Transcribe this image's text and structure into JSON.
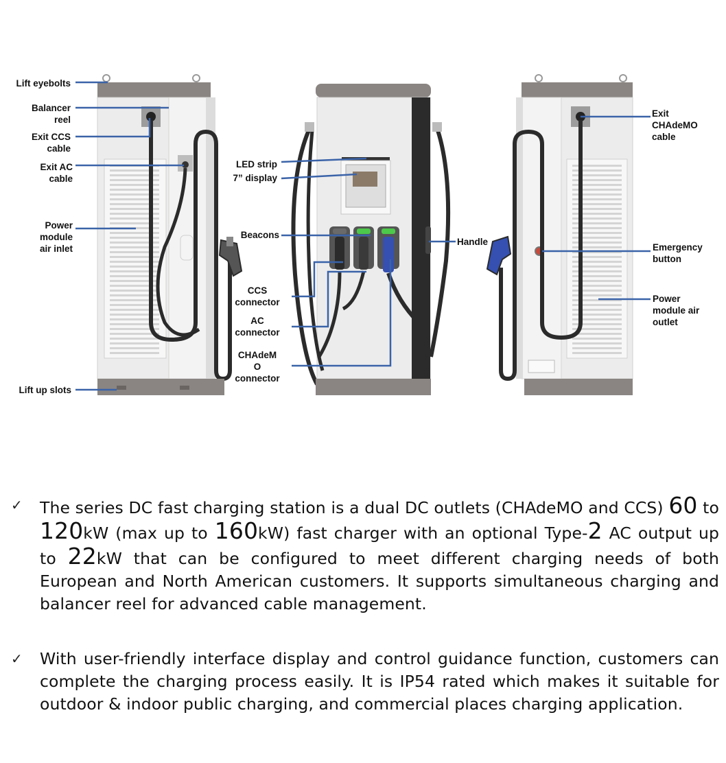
{
  "labels": {
    "lift_eyebolts": "Lift eyebolts",
    "balancer_reel": "Balancer\nreel",
    "exit_ccs_cable": "Exit CCS\ncable",
    "exit_ac_cable": "Exit AC\ncable",
    "power_module_air_inlet": "Power\nmodule\nair inlet",
    "lift_up_slots": "Lift up slots",
    "led_strip": "LED strip",
    "display_7in": "7” display",
    "beacons": "Beacons",
    "ccs_connector": "CCS\nconnector",
    "ac_connector": "AC\nconnector",
    "chademo_connector": "CHAdeM\nO\nconnector",
    "handle": "Handle",
    "exit_chademo_cable": "Exit\nCHAdeMO\ncable",
    "emergency_button": "Emergency\nbutton",
    "power_module_air_outlet": "Power\nmodule air\noutlet"
  },
  "colors": {
    "leader_line": "#3a63a8",
    "cabinet_body": "#e9e9ea",
    "cabinet_trim": "#8a8582",
    "cable": "#2b2b2b",
    "chademo_blue": "#3550b0",
    "beacon_green": "#4cc84a",
    "text": "#111111"
  },
  "bullets": [
    {
      "check": "✓",
      "p1": "The series DC fast charging station is a dual DC outlets (CHAdeMO and CCS)",
      "n60": "60",
      "to": " to ",
      "n120": "120",
      "kw_max": "kW (max up to ",
      "n160": "160",
      "kw_fast": "kW) fast charger with an optional Type-",
      "n2": "2",
      "ac": " AC",
      "output": "output up to ",
      "n22": "22",
      "rest": "kW that can be configured to meet different charging needs of both European and North American customers. It supports simultaneous charging and balancer reel for advanced cable management."
    },
    {
      "check": "✓",
      "text": "With user-friendly interface display and control guidance function, customers can complete the charging process easily. It is IP54 rated which makes it suitable for outdoor & indoor public charging, and commercial places charging application."
    }
  ]
}
